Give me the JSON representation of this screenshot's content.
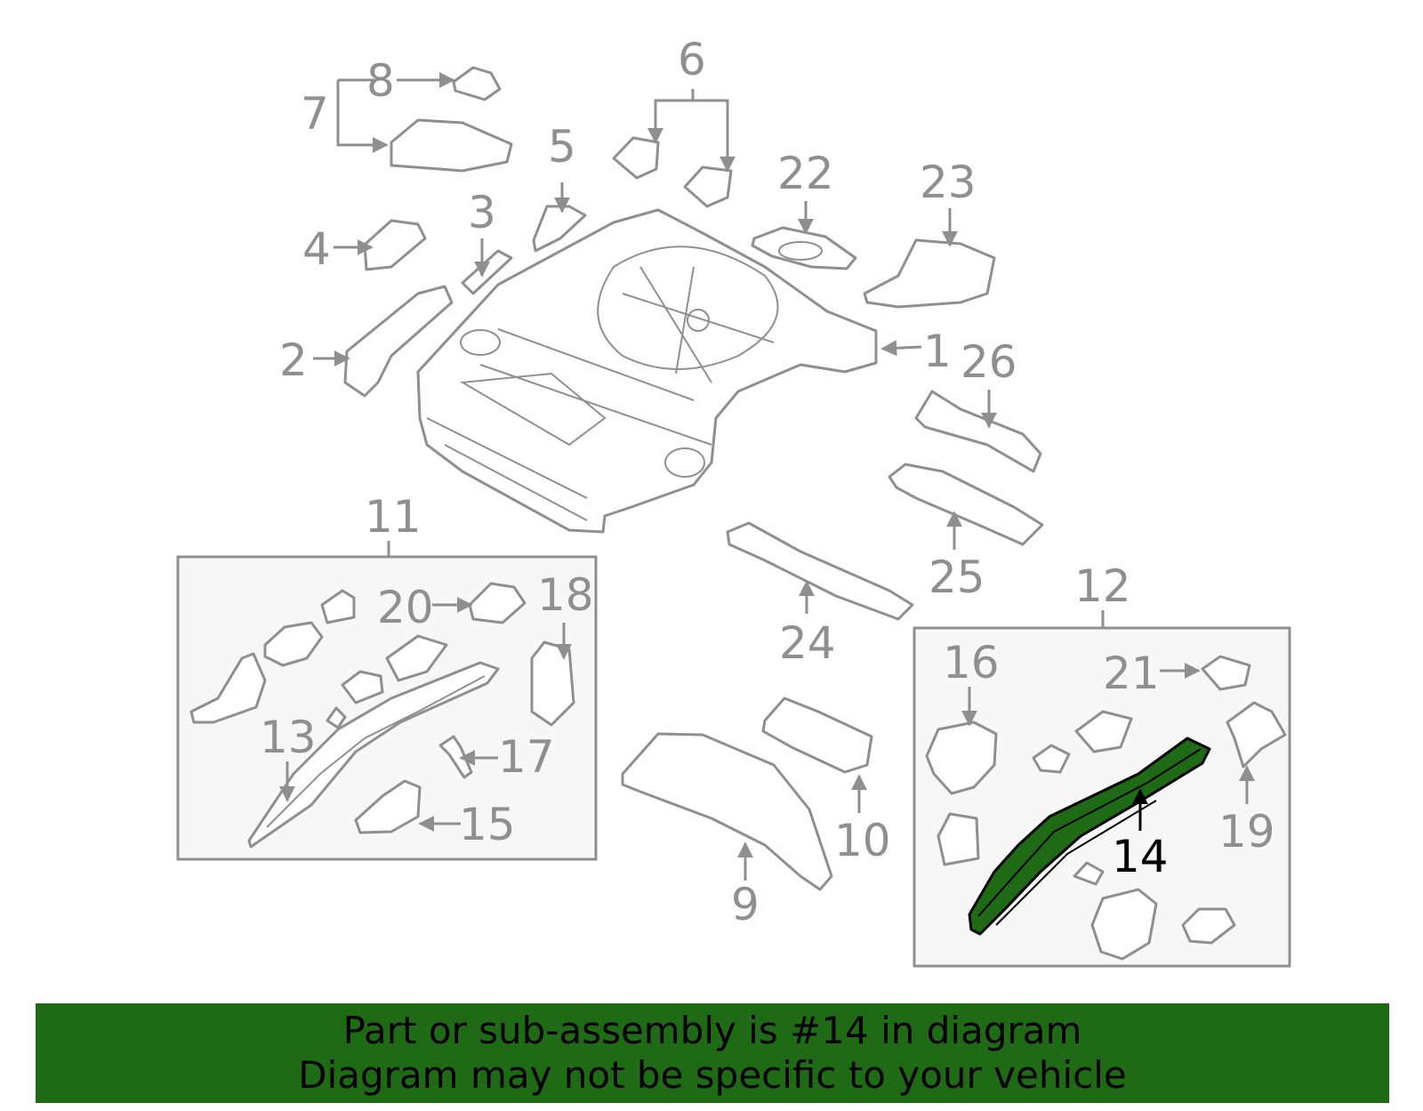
{
  "highlight": {
    "color": "#1e6a15",
    "part": "14"
  },
  "callouts": {
    "c1": "1",
    "c2": "2",
    "c3": "3",
    "c4": "4",
    "c5": "5",
    "c6": "6",
    "c7": "7",
    "c8": "8",
    "c9": "9",
    "c10": "10",
    "c11": "11",
    "c12": "12",
    "c13": "13",
    "c14": "14",
    "c15": "15",
    "c16": "16",
    "c17": "17",
    "c18": "18",
    "c19": "19",
    "c20": "20",
    "c21": "21",
    "c22": "22",
    "c23": "23",
    "c24": "24",
    "c25": "25",
    "c26": "26"
  },
  "footer": {
    "line1": "Part or sub-assembly is #14 in diagram",
    "line2": "Diagram may not be specific to your vehicle"
  }
}
